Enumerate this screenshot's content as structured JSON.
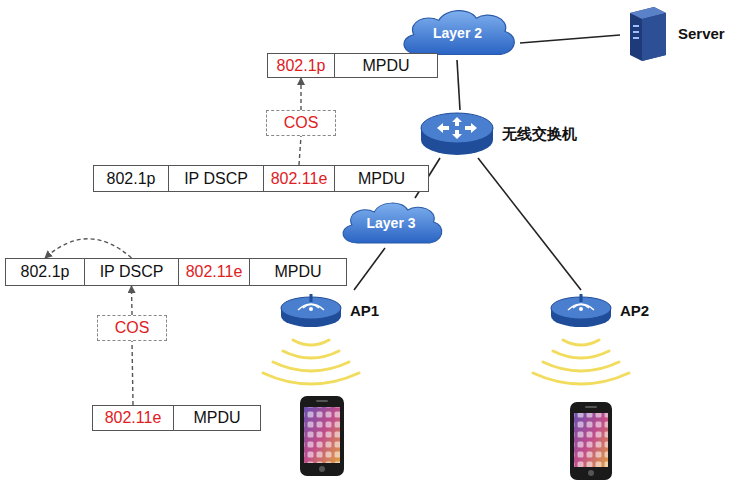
{
  "diagram": {
    "nodes": [
      {
        "text": [
          "Layer 2"
        ]
      },
      {
        "text": [
          "Server"
        ]
      },
      {
        "text": [
          "802.1p"
        ]
      },
      {
        "text": [
          "MPDU"
        ]
      },
      {
        "text": [
          "COS"
        ]
      },
      {
        "text": [
          "802.1p"
        ]
      },
      {
        "text": [
          "IP DSCP"
        ]
      },
      {
        "text": [
          "802.11e"
        ]
      },
      {
        "text": [
          "MPDU"
        ]
      },
      {
        "text": [
          "无线交换机"
        ]
      },
      {
        "text": [
          "Layer 3"
        ]
      },
      {
        "text": [
          "802.1p"
        ]
      },
      {
        "text": [
          "IP DSCP"
        ]
      },
      {
        "text": [
          "802.11e"
        ]
      },
      {
        "text": [
          "MPDU"
        ]
      },
      {
        "text": [
          "AP1"
        ]
      },
      {
        "text": [
          "COS"
        ]
      },
      {
        "text": [
          "AP2"
        ]
      },
      {
        "text": [
          "802.11e"
        ]
      },
      {
        "text": [
          "MPDU"
        ]
      }
    ],
    "edges": [
      {
        "from": 0,
        "to": 1,
        "arrow": "none"
      },
      {
        "from": 0,
        "to": 9,
        "arrow": "none"
      },
      {
        "from": 9,
        "to": 10,
        "arrow": "none"
      },
      {
        "from": 10,
        "to": 15,
        "arrow": "none"
      },
      {
        "from": 9,
        "to": 17,
        "arrow": "none"
      },
      {
        "from": 7,
        "to": 4,
        "arrow": "none"
      },
      {
        "from": 4,
        "to": 2,
        "arrow": "to"
      },
      {
        "from": 18,
        "to": 16,
        "arrow": "none"
      },
      {
        "from": 16,
        "to": 12,
        "arrow": "to"
      },
      {
        "from": 12,
        "to": 11,
        "arrow": "to"
      }
    ]
  }
}
